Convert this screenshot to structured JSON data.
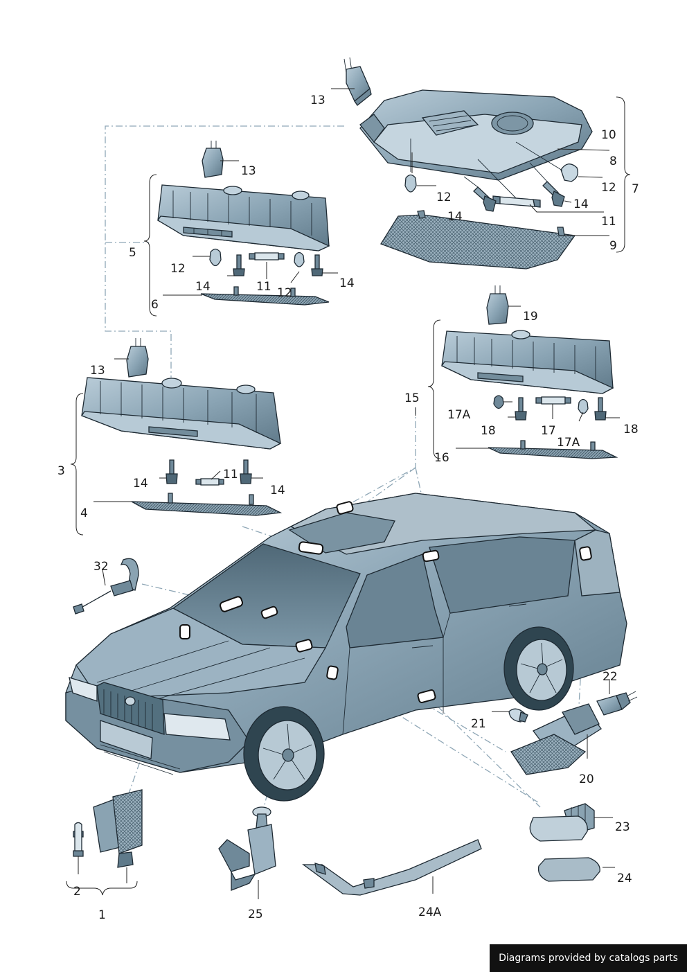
{
  "labels": {
    "l13a": "13",
    "l10": "10",
    "l8": "8",
    "l12a": "12",
    "l7": "7",
    "l12b": "12",
    "l14a": "14",
    "l14b": "14",
    "l11a": "11",
    "l9": "9",
    "l13b": "13",
    "l5": "5",
    "l12c": "12",
    "l14c": "14",
    "l11b": "11",
    "l12d": "12",
    "l14d": "14",
    "l6": "6",
    "l19": "19",
    "l15": "15",
    "l17a1": "17A",
    "l18a": "18",
    "l17": "17",
    "l18b": "18",
    "l17a2": "17A",
    "l16": "16",
    "l13c": "13",
    "l3": "3",
    "l14e": "14",
    "l11c": "11",
    "l14f": "14",
    "l4": "4",
    "l32": "32",
    "l22": "22",
    "l21": "21",
    "l20": "20",
    "l23": "23",
    "l24": "24",
    "l2": "2",
    "l1": "1",
    "l25": "25",
    "l24A": "24A"
  },
  "footer": {
    "text": "Diagrams provided by catalogs parts"
  },
  "colors": {
    "part_fill": "#8fa9b9",
    "part_dark": "#5d7786",
    "part_light": "#c9d8e1",
    "leader": "#222222",
    "dash": "#8fa7b6"
  }
}
